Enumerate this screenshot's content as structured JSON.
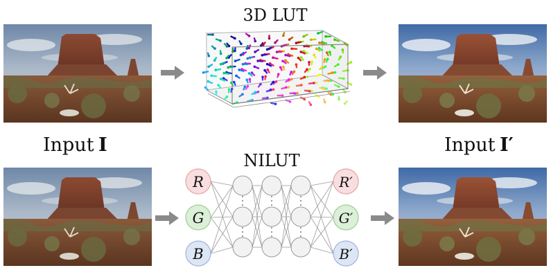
{
  "top_label": "3D LUT",
  "bottom_label": "NILUT",
  "input_label": "Input",
  "input_symbol": "I",
  "output_label": "Input",
  "output_symbol": "I′",
  "input_nodes": [
    "R",
    "G",
    "B"
  ],
  "output_nodes": [
    "R′",
    "G′",
    "B′"
  ],
  "colors": {
    "red_node_fill": "#f8dede",
    "red_node_stroke": "#e3a4a4",
    "green_node_fill": "#dcefd8",
    "green_node_stroke": "#9fcc95",
    "blue_node_fill": "#dde6f5",
    "blue_node_stroke": "#9fb3d9",
    "hidden_node_fill": "#f2f2f2",
    "hidden_node_stroke": "#9a9a9a",
    "arrow": "#8a8a8a"
  },
  "icons": {
    "input_photo": "desert-butte-photo",
    "output_photo": "desert-butte-photo-enhanced",
    "lut_cube": "3d-color-cube-plot"
  }
}
